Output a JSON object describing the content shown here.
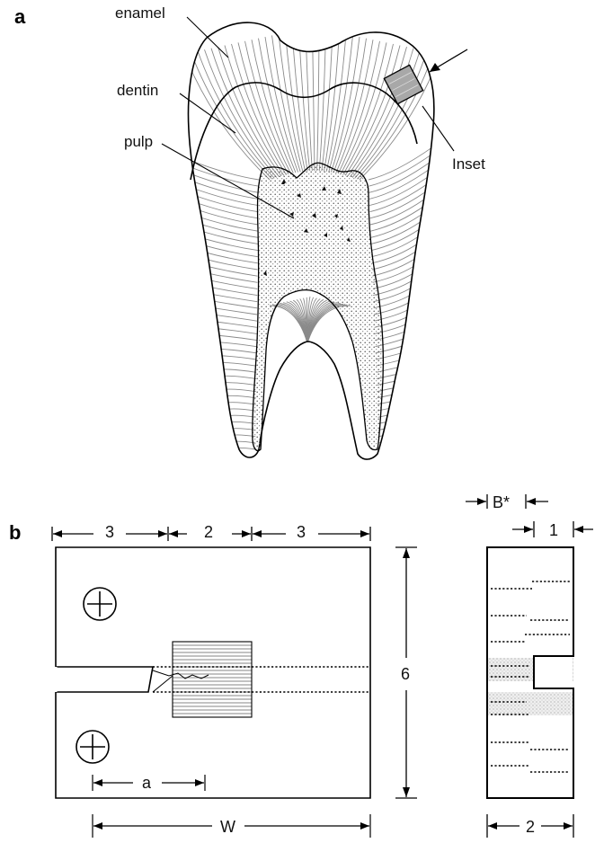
{
  "panel_a": {
    "label": "a",
    "labels": {
      "enamel": "enamel",
      "dentin": "dentin",
      "pulp": "pulp",
      "inset": "Inset"
    }
  },
  "panel_b": {
    "label": "b",
    "dims": {
      "seg1": "3",
      "seg2": "2",
      "seg3": "3",
      "height": "6",
      "a": "a",
      "W": "W",
      "Bstar": "B*",
      "one": "1",
      "two": "2"
    }
  },
  "colors": {
    "tubule": "#8a8a8a",
    "outline": "#000000",
    "inset_fill": "#a8a8a8",
    "stipple": "#555555"
  }
}
